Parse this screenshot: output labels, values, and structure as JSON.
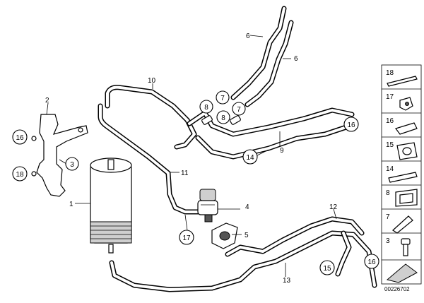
{
  "callouts": {
    "c1": "1",
    "c2": "2",
    "c3": "3",
    "c4": "4",
    "c5": "5",
    "c6a": "6",
    "c6b": "6",
    "c7a": "7",
    "c7b": "7",
    "c8a": "8",
    "c8b": "8",
    "c9": "9",
    "c10": "10",
    "c11": "11",
    "c12": "12",
    "c13": "13",
    "c14": "14",
    "c15": "15",
    "c16a": "16",
    "c16b": "16",
    "c16c": "16",
    "c17": "17",
    "c18": "18"
  },
  "sidebar": {
    "items": [
      "18",
      "17",
      "16",
      "15",
      "14",
      "8",
      "7",
      "3"
    ]
  },
  "footer": {
    "code": "00226702"
  }
}
